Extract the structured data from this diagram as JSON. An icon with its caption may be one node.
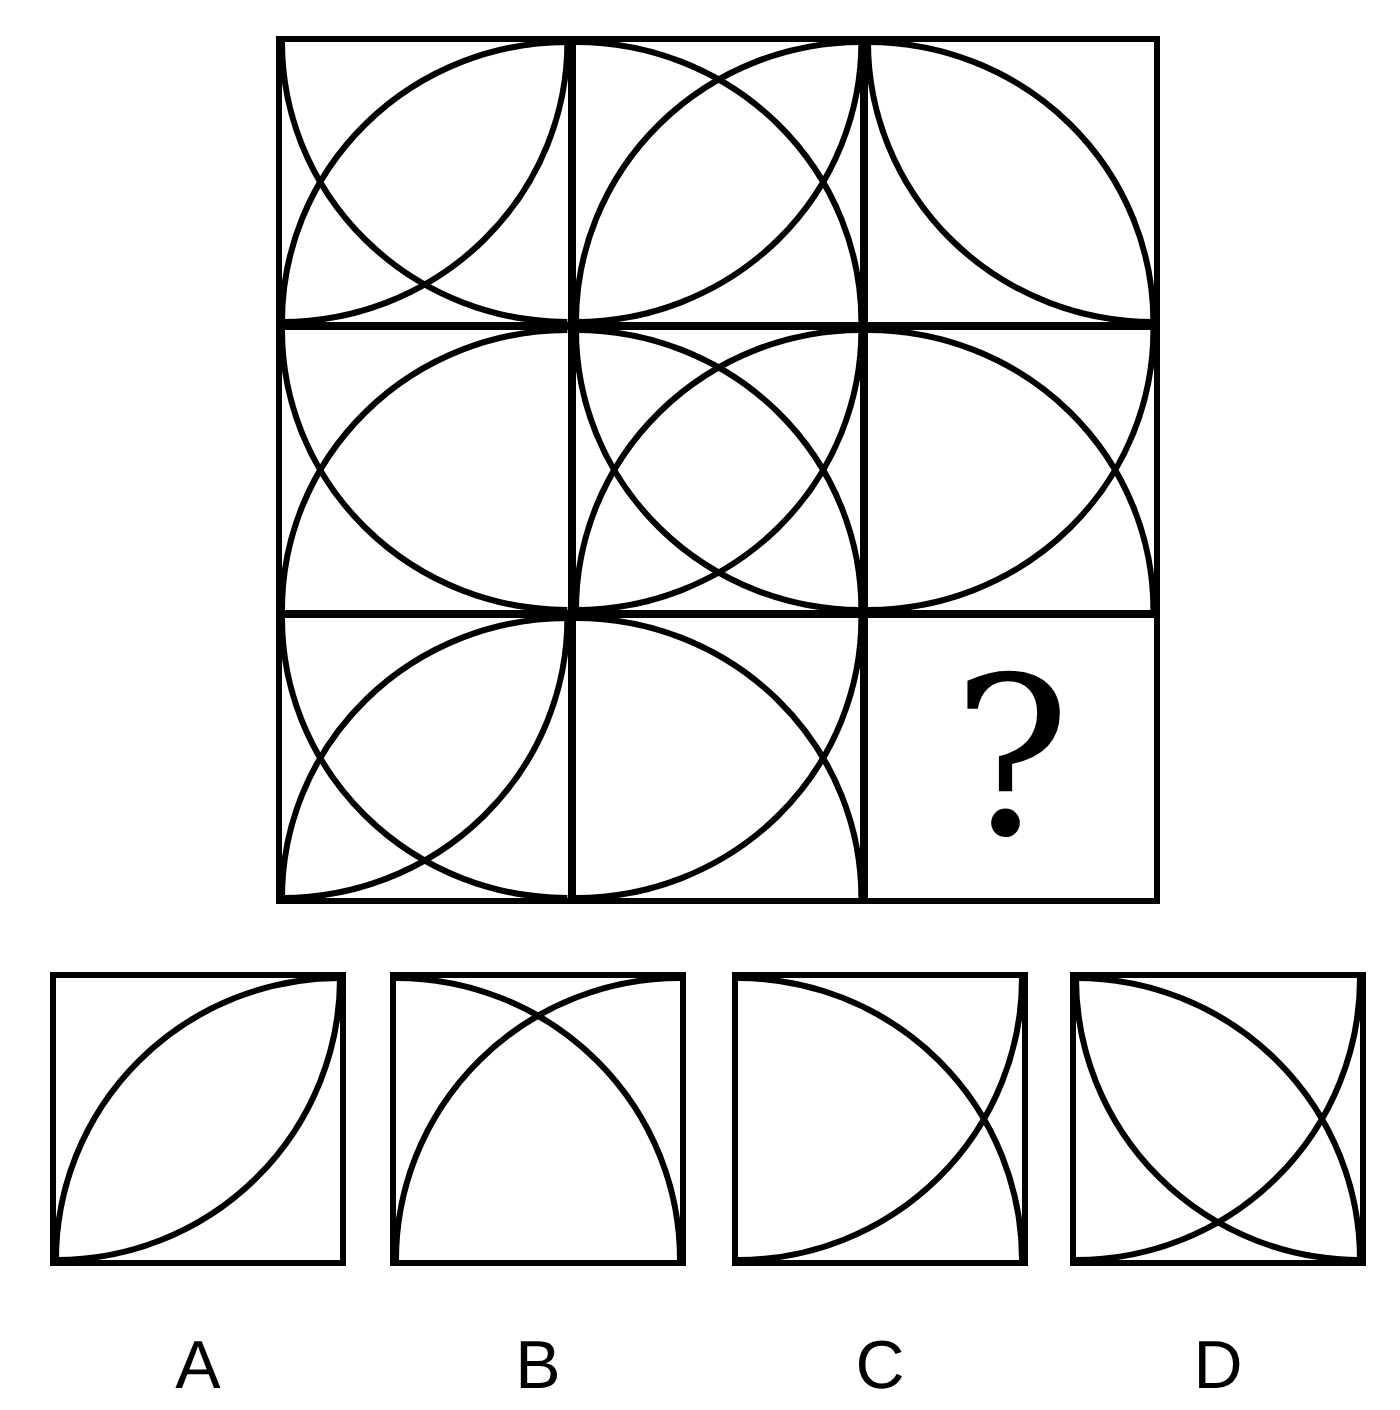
{
  "diagram": {
    "nodes": [
      {
        "text": [],
        "shape": "box"
      },
      {
        "text": [],
        "shape": "box"
      },
      {
        "text": [],
        "shape": "box"
      },
      {
        "text": [],
        "shape": "box"
      },
      {
        "text": [],
        "shape": "box"
      },
      {
        "text": [],
        "shape": "box"
      },
      {
        "text": [],
        "shape": "box"
      },
      {
        "text": [],
        "shape": "box"
      },
      {
        "text": [
          "?"
        ]
      },
      {
        "text": [],
        "shape": "box",
        "beside": [
          "A"
        ]
      },
      {
        "text": [],
        "shape": "box",
        "beside": [
          "B"
        ]
      },
      {
        "text": [],
        "shape": "box",
        "beside": [
          "C"
        ]
      },
      {
        "text": [],
        "shape": "box",
        "beside": [
          "D"
        ]
      }
    ],
    "edges": []
  }
}
